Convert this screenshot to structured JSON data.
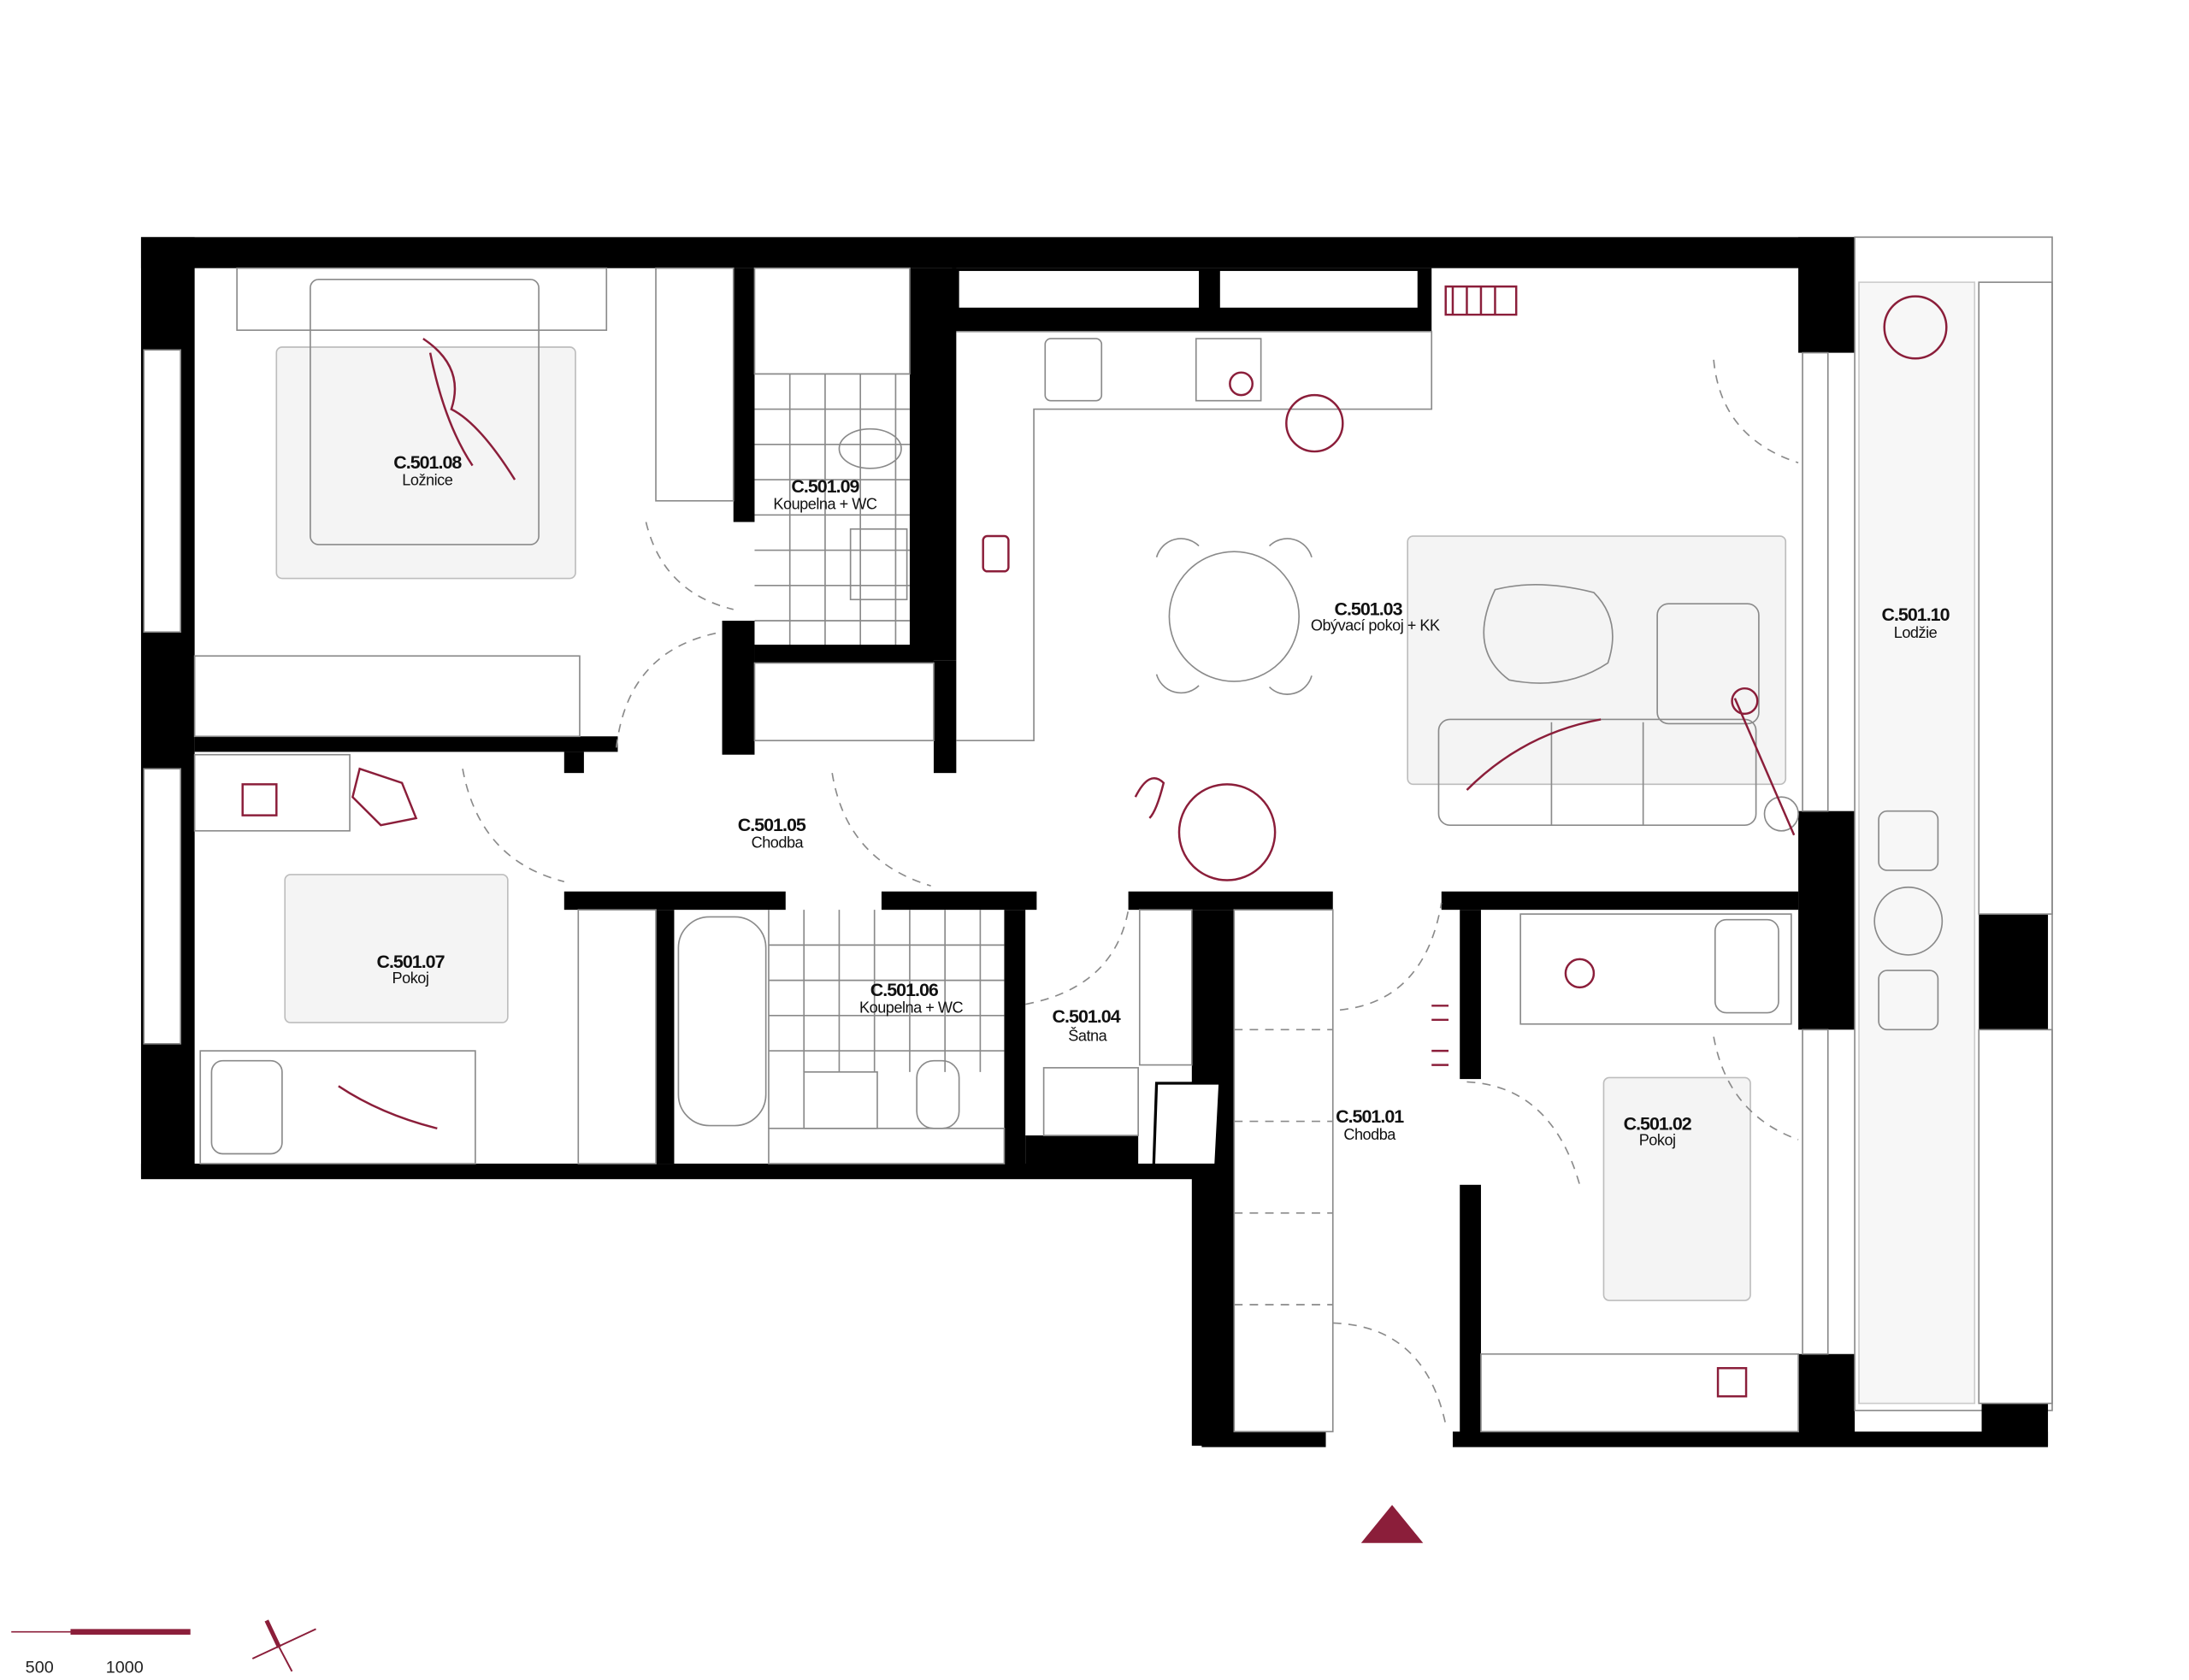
{
  "plan": {
    "accent_color": "#8b1e3a",
    "rooms": [
      {
        "code": "C.501.08",
        "name": "Ložnice"
      },
      {
        "code": "C.501.09",
        "name": "Koupelna + WC"
      },
      {
        "code": "C.501.03",
        "name": "Obývací pokoj + KK"
      },
      {
        "code": "C.501.10",
        "name": "Lodžie"
      },
      {
        "code": "C.501.05",
        "name": "Chodba"
      },
      {
        "code": "C.501.07",
        "name": "Pokoj"
      },
      {
        "code": "C.501.06",
        "name": "Koupelna + WC"
      },
      {
        "code": "C.501.04",
        "name": "Šatna"
      },
      {
        "code": "C.501.01",
        "name": "Chodba"
      },
      {
        "code": "C.501.02",
        "name": "Pokoj"
      }
    ],
    "entrance_icon": "triangle-up-icon",
    "north_icon": "compass-arrow-icon"
  },
  "scale_bar": {
    "labels": [
      "500",
      "1000"
    ]
  }
}
